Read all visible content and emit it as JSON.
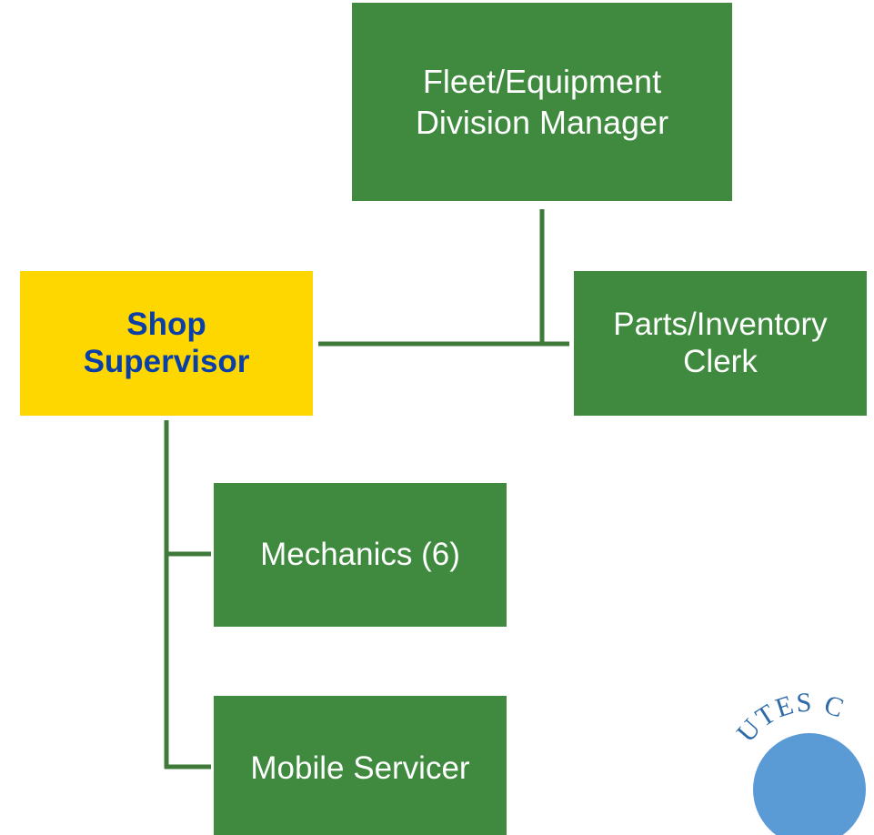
{
  "org_chart": {
    "manager": {
      "line1": "Fleet/Equipment",
      "line2": "Division Manager"
    },
    "supervisor": {
      "line1": "Shop",
      "line2": "Supervisor"
    },
    "parts_clerk": {
      "line1": "Parts/Inventory",
      "line2": "Clerk"
    },
    "mechanics": {
      "label": "Mechanics (6)"
    },
    "mobile_servicer": {
      "label": "Mobile Servicer"
    }
  },
  "seal": {
    "text": "UTES C"
  },
  "colors": {
    "box_green": "#3f8a3f",
    "box_yellow": "#ffd700",
    "supervisor_text": "#0b3fa8",
    "connector": "#3f7a3a",
    "seal_blue": "#5b9bd5"
  }
}
